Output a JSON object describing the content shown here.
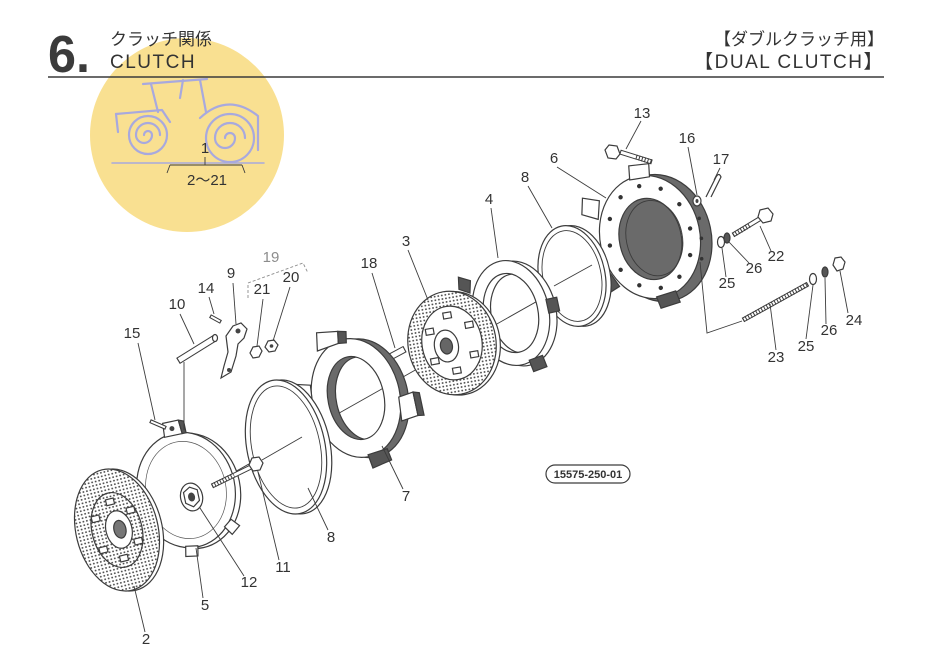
{
  "header": {
    "section_number": "6.",
    "title_ja": "クラッチ関係",
    "title_en": "CLUTCH",
    "variant_ja": "【ダブルクラッチ用】",
    "variant_en": "【DUAL CLUTCH】"
  },
  "assembly": {
    "number": "1",
    "range": "2〜21"
  },
  "callouts": {
    "p13": "13",
    "p16": "16",
    "p17": "17",
    "p6": "6",
    "p8_upper": "8",
    "p4": "4",
    "p3": "3",
    "p18": "18",
    "p22": "22",
    "p26_upper": "26",
    "p25_upper": "25",
    "p24": "24",
    "p26_lower": "26",
    "p25_lower": "25",
    "p23": "23",
    "p19": "19",
    "p9": "9",
    "p21": "21",
    "p20": "20",
    "p14": "14",
    "p10": "10",
    "p15": "15",
    "p7": "7",
    "p8_lower": "8",
    "p11": "11",
    "p12": "12",
    "p5": "5",
    "p2": "2"
  },
  "figure_code": "15575-250-01",
  "colors": {
    "paper": "#ffffff",
    "ink": "#3c3c3c",
    "watermark": "#f8dd85",
    "watermark_icon": "#a8a9de",
    "callout_19": "#8c8c8c"
  },
  "icons": {
    "watermark": "tractor-icon"
  }
}
